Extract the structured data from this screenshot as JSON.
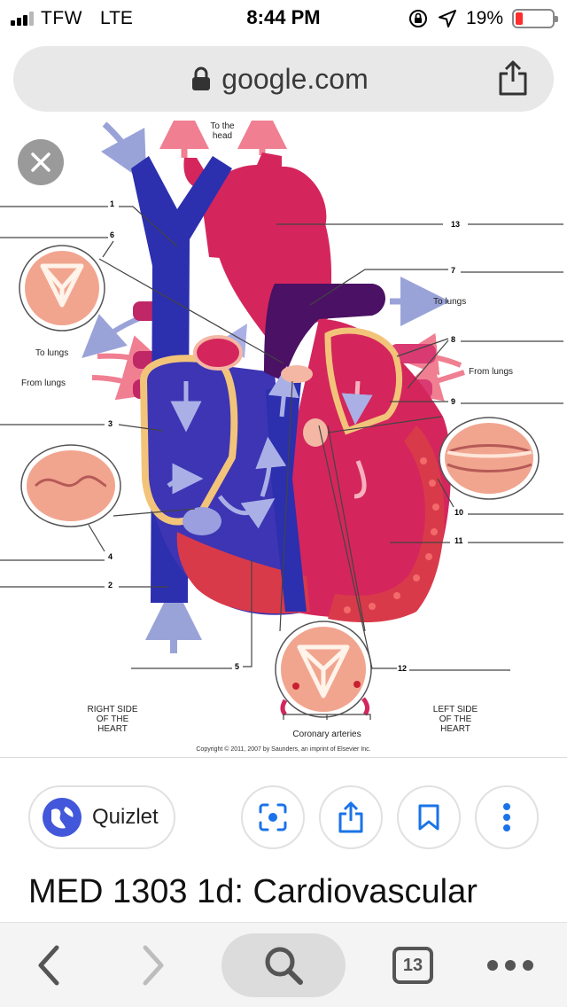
{
  "status_bar": {
    "carrier": "TFW",
    "network": "LTE",
    "time": "8:44 PM",
    "battery_percent": "19%",
    "battery_level": 0.19,
    "battery_color": "#ff2d2d"
  },
  "url_bar": {
    "domain": "google.com",
    "lock_icon": "lock-icon",
    "share_icon": "share-icon"
  },
  "diagram": {
    "labels": {
      "to_head": "To the head",
      "to_head_line1": "To the",
      "to_head_line2": "head",
      "to_lungs_right": "To lungs",
      "to_lungs_left": "To lungs",
      "from_lungs_left": "From lungs",
      "from_lungs_right": "From lungs",
      "right_side_line1": "RIGHT SIDE",
      "right_side_line2": "OF THE",
      "right_side_line3": "HEART",
      "left_side_line1": "LEFT SIDE",
      "left_side_line2": "OF THE",
      "left_side_line3": "HEART",
      "coronary_arteries": "Coronary arteries",
      "copyright": "Copyright © 2011, 2007 by Saunders, an imprint of Elsevier Inc."
    },
    "numbers": [
      "1",
      "2",
      "3",
      "4",
      "5",
      "6",
      "7",
      "8",
      "9",
      "10",
      "11",
      "12",
      "13"
    ],
    "colors": {
      "deoxygenated": "#2c2fae",
      "oxygenated": "#d4265c",
      "pulmonary_artery": "#4a1164",
      "valve_tissue": "#f3b7a4",
      "fat": "#f2c47a",
      "muscle": "#d93a4a",
      "arrow_blue": "#9aa3d8",
      "arrow_pink": "#f07f92"
    }
  },
  "actions": {
    "source_name": "Quizlet",
    "buttons": [
      "lens-icon",
      "share-icon",
      "bookmark-icon",
      "more-vertical-icon"
    ],
    "accent": "#1a73e8"
  },
  "result": {
    "title": "MED 1303 1d: Cardiovascular"
  },
  "toolbar": {
    "tab_count": "13",
    "buttons": [
      "back-icon",
      "forward-icon",
      "search-icon",
      "tabs-icon",
      "more-horizontal-icon"
    ]
  }
}
